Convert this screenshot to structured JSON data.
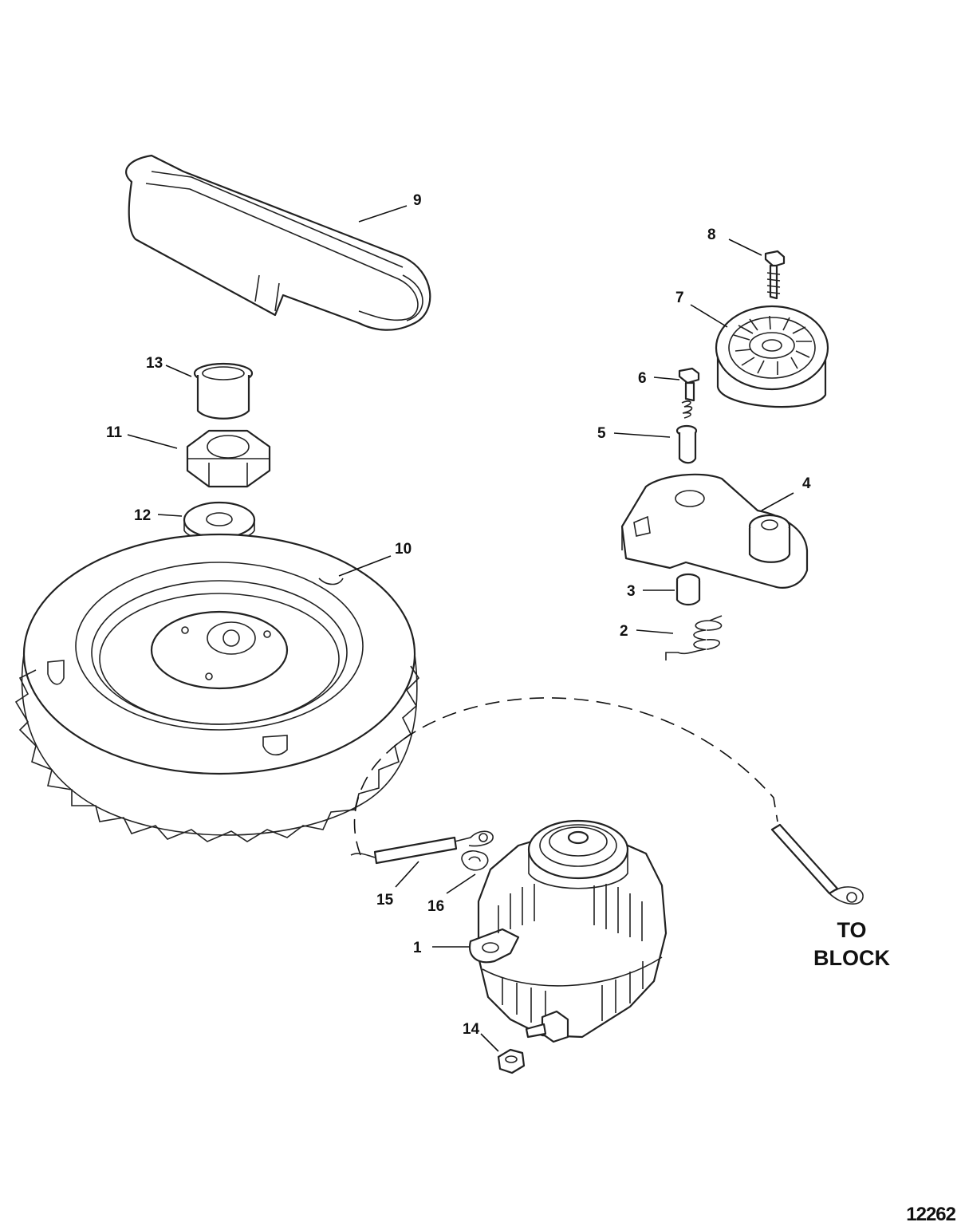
{
  "callouts": {
    "c1": "1",
    "c2": "2",
    "c3": "3",
    "c4": "4",
    "c5": "5",
    "c6": "6",
    "c7": "7",
    "c8": "8",
    "c9": "9",
    "c10": "10",
    "c11": "11",
    "c12": "12",
    "c13": "13",
    "c14": "14",
    "c15": "15",
    "c16": "16"
  },
  "note": {
    "line1": "TO",
    "line2": "BLOCK"
  },
  "reference_number": "12262"
}
